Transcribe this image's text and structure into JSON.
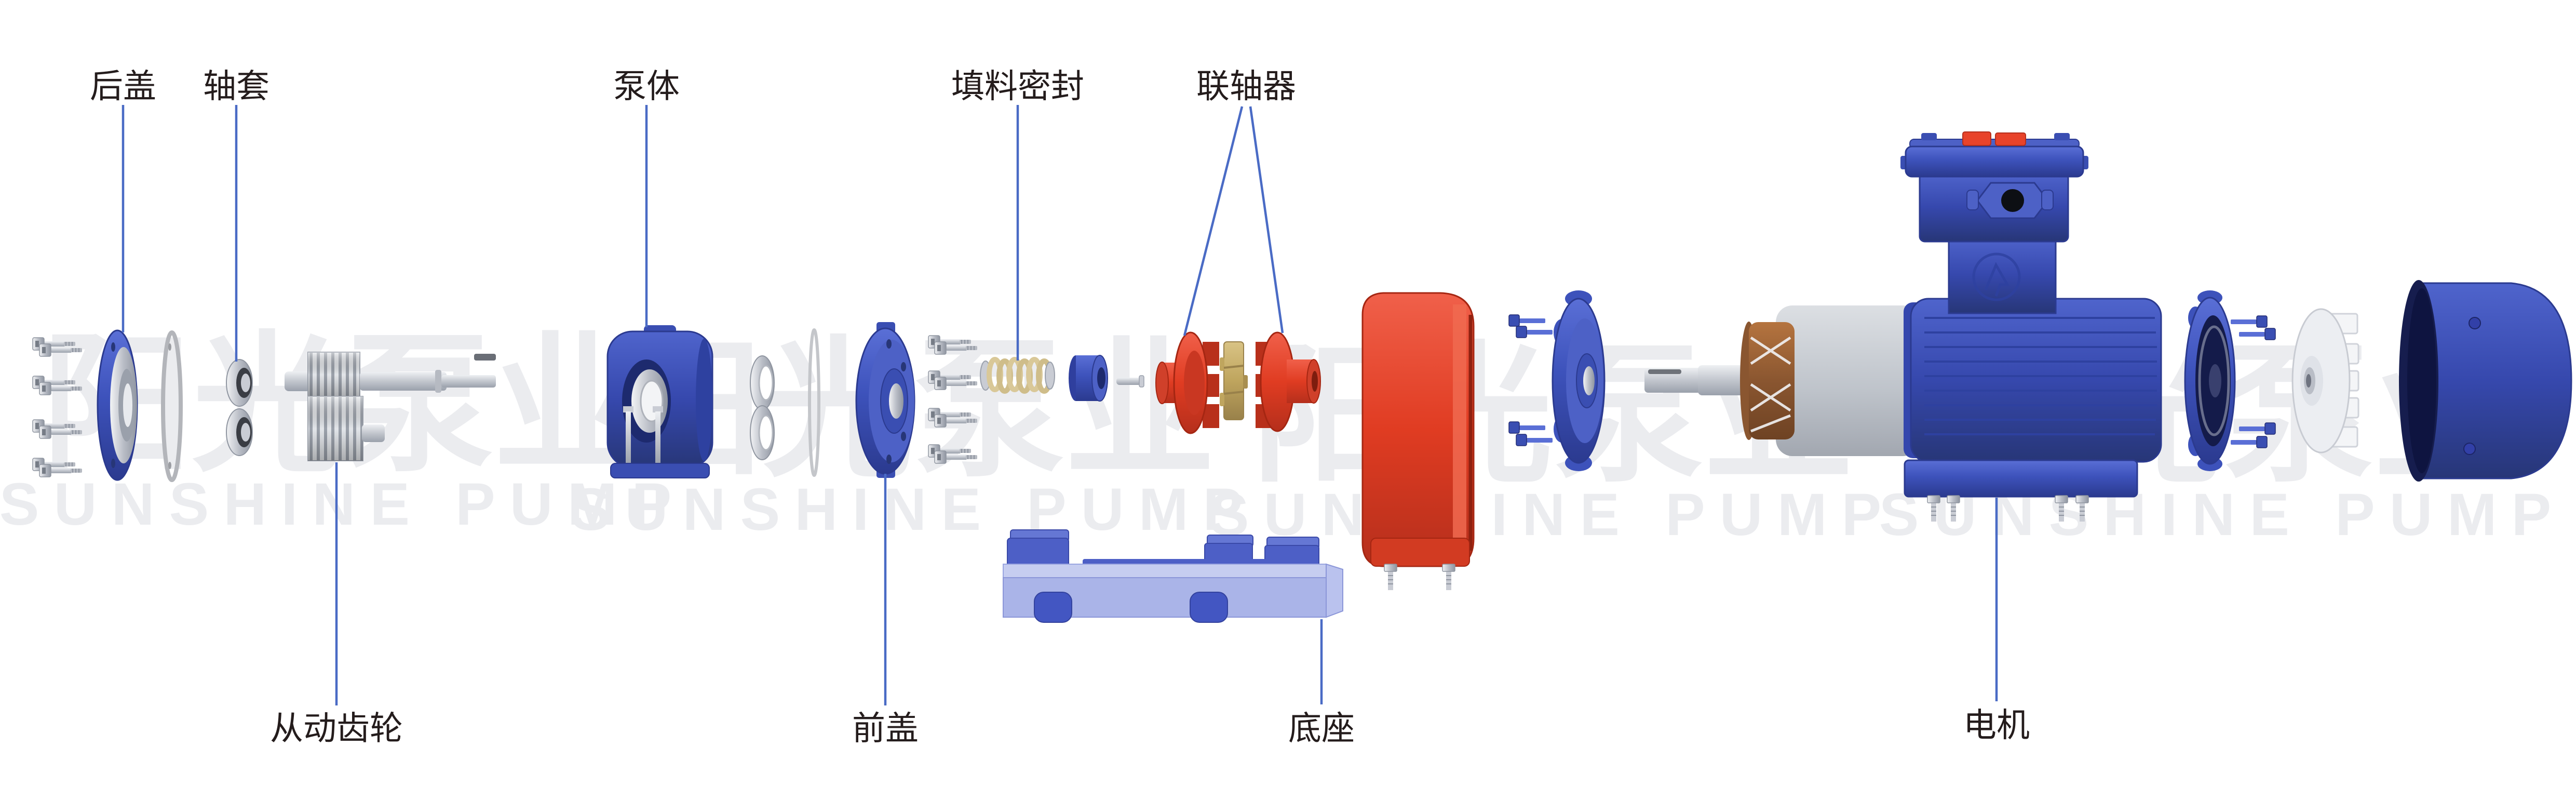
{
  "page": {
    "background_color": "#ffffff"
  },
  "diagram": {
    "type": "exploded-view",
    "subject": "gear pump with explosion-proof motor",
    "leader_color": "#4a6bc5",
    "text_color": "#241c1c",
    "labels": {
      "rear_cover": "后盖",
      "shaft_sleeve": "轴套",
      "pump_body": "泵体",
      "packing_seal": "填料密封",
      "coupling": "联轴器",
      "driven_gear": "从动齿轮",
      "front_cover": "前盖",
      "base": "底座",
      "motor": "电机"
    },
    "watermark": {
      "cn": "阳光泵业",
      "en": "SUNSHINE PUMP"
    },
    "colors": {
      "part_blue": "#3d52bb",
      "part_blue_dark": "#2b3a8f",
      "base_blue": "#aab4e8",
      "red": "#e03c22",
      "gold": "#bfa55e",
      "cream_spring": "#d9c898",
      "silver": "#c9ccd4",
      "copper": "#8a5630",
      "watermark_gray": "#d9dbe0"
    }
  }
}
